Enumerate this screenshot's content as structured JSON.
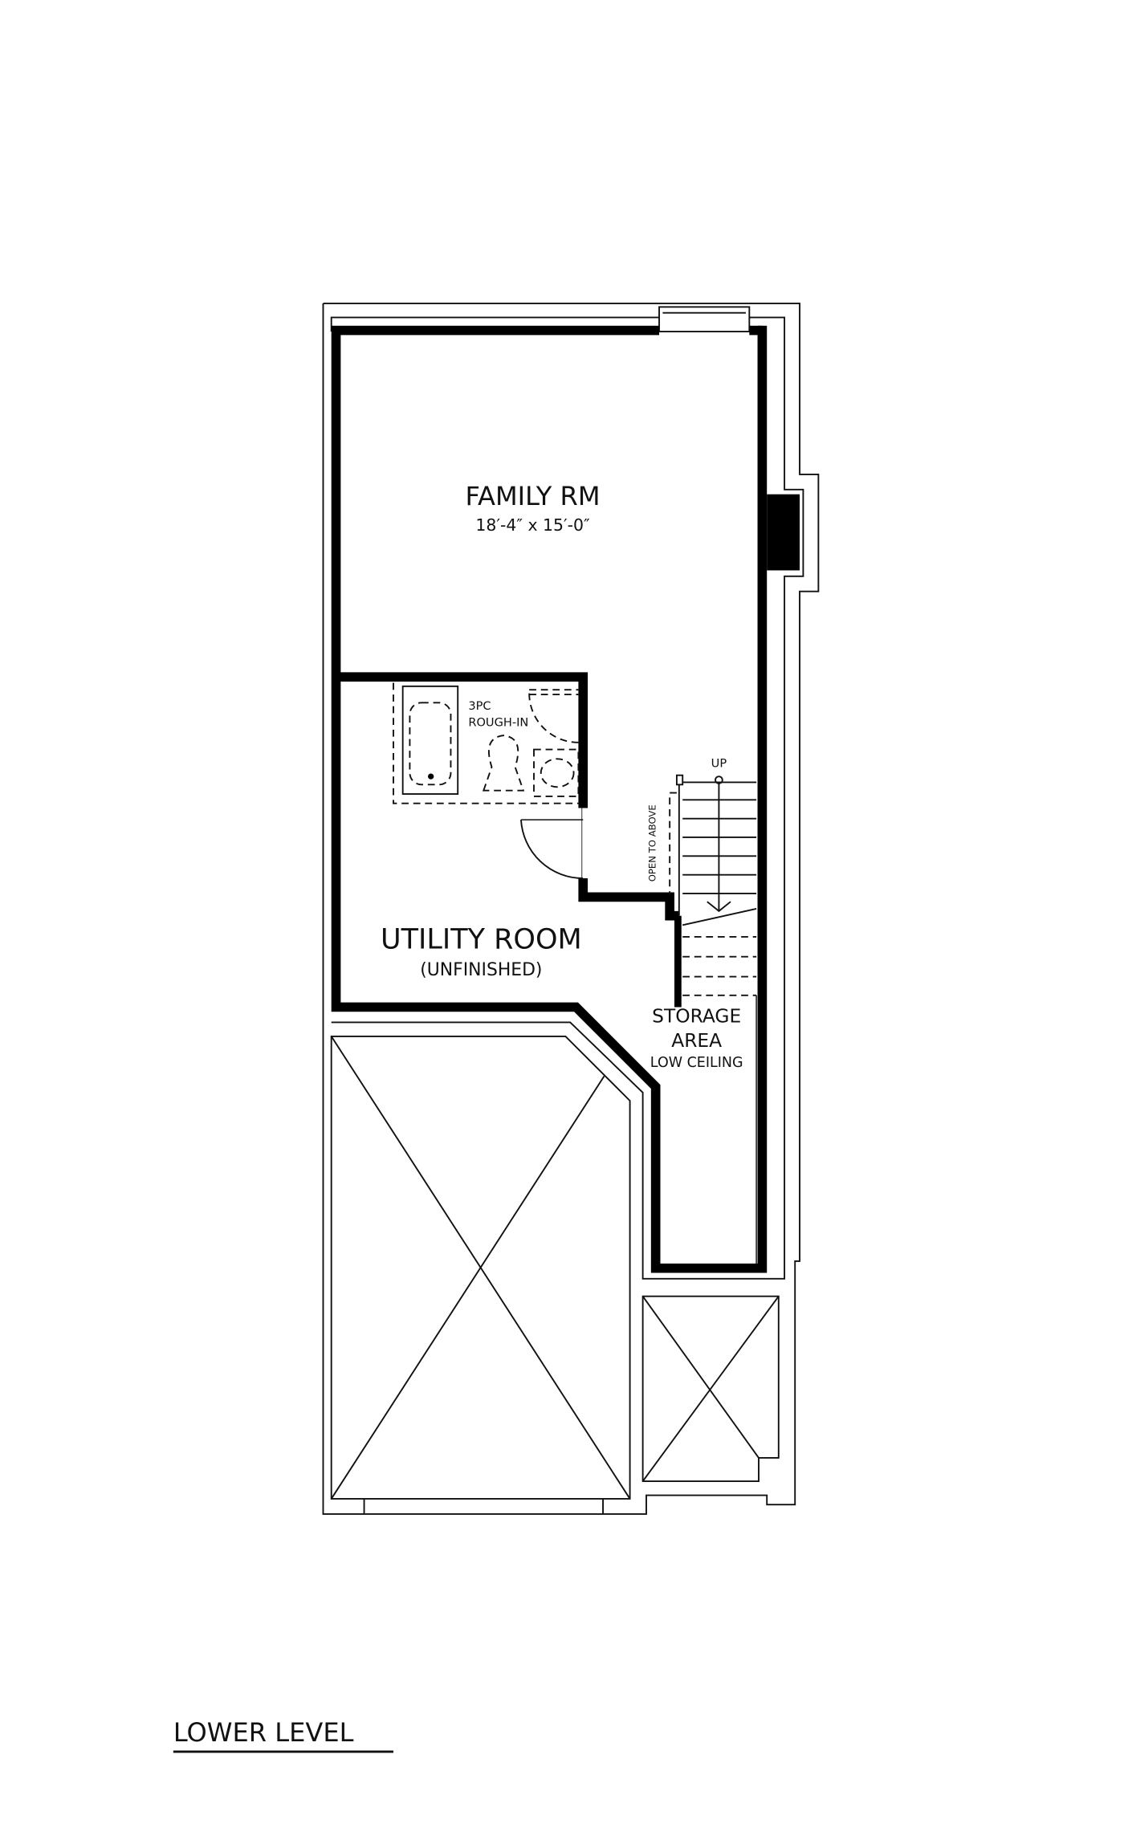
{
  "plan": {
    "title": "LOWER LEVEL",
    "rooms": {
      "family": {
        "name": "FAMILY RM",
        "dims": "18′-4″ x 15′-0″"
      },
      "bath": {
        "line1": "3PC",
        "line2": "ROUGH-IN"
      },
      "utility": {
        "name": "UTILITY ROOM",
        "note": "(UNFINISHED)"
      },
      "storage": {
        "line1": "STORAGE",
        "line2": "AREA",
        "note": "LOW CEILING"
      }
    },
    "stairs": {
      "up": "UP",
      "open": "OPEN TO ABOVE"
    }
  }
}
